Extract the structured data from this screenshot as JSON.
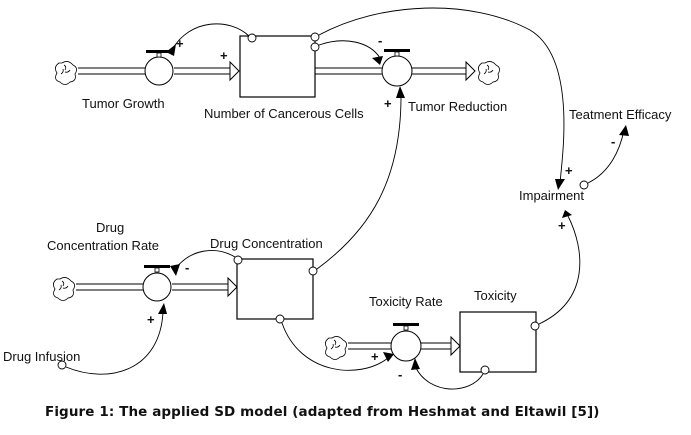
{
  "diagram": {
    "stocks": {
      "cancerous_cells": "Number of Cancerous Cells",
      "drug_concentration": "Drug Concentration",
      "toxicity": "Toxicity"
    },
    "flows": {
      "tumor_growth": "Tumor Growth",
      "tumor_reduction": "Tumor Reduction",
      "drug_concentration_rate_line1": "Drug",
      "drug_concentration_rate_line2": "Concentration Rate",
      "toxicity_rate": "Toxicity Rate"
    },
    "auxiliaries": {
      "drug_infusion": "Drug Infusion",
      "impairment": "Impairment",
      "treatment_efficacy": "Teatment Efficacy"
    },
    "links": [
      {
        "from": "Number of Cancerous Cells",
        "to": "Tumor Growth",
        "polarity": "+"
      },
      {
        "from": "Tumor Growth",
        "to": "Number of Cancerous Cells",
        "polarity": "+"
      },
      {
        "from": "Number of Cancerous Cells",
        "to": "Tumor Reduction",
        "polarity": "-"
      },
      {
        "from": "Drug Concentration",
        "to": "Tumor Reduction",
        "polarity": "+"
      },
      {
        "from": "Number of Cancerous Cells",
        "to": "Impairment",
        "polarity": "+"
      },
      {
        "from": "Impairment",
        "to": "Teatment Efficacy",
        "polarity": "-"
      },
      {
        "from": "Toxicity",
        "to": "Impairment",
        "polarity": "+"
      },
      {
        "from": "Drug Concentration",
        "to": "Drug Concentration Rate",
        "polarity": "-"
      },
      {
        "from": "Drug Infusion",
        "to": "Drug Concentration Rate",
        "polarity": "+"
      },
      {
        "from": "Drug Concentration",
        "to": "Toxicity Rate",
        "polarity": "+"
      },
      {
        "from": "Toxicity",
        "to": "Toxicity Rate",
        "polarity": "-"
      }
    ],
    "signs": {
      "plus": "+",
      "minus": "-"
    }
  },
  "caption": "Figure 1: The applied SD model (adapted from Heshmat and Eltawil [5])"
}
